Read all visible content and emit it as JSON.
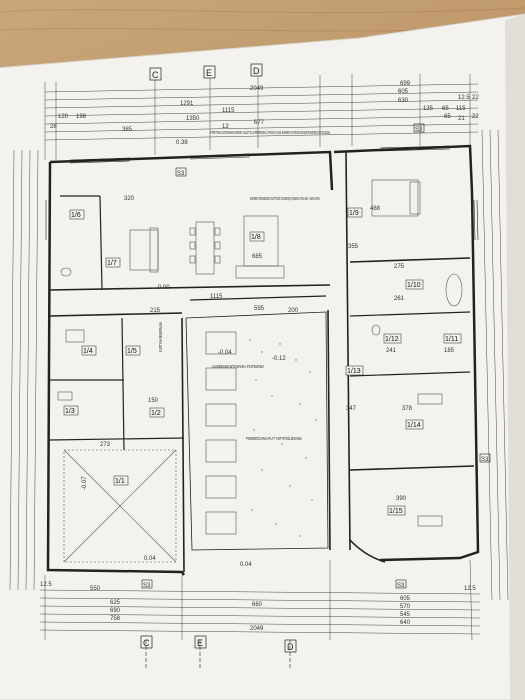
{
  "axes": {
    "top": [
      "C",
      "E",
      "D"
    ],
    "bottom": [
      "C",
      "E",
      "D"
    ]
  },
  "top_dims": {
    "overall": "2049",
    "row1": [
      "1291",
      "699"
    ],
    "row2": [
      "1115",
      "605",
      "630"
    ],
    "row3": [
      "1350",
      "12.5",
      "22"
    ],
    "row4": [
      "120",
      "198",
      "677",
      "135",
      "65",
      "115"
    ],
    "row5": [
      "28",
      "385",
      "12"
    ],
    "small": [
      "21",
      "65",
      "22"
    ]
  },
  "bottom_dims": {
    "overall": "2049",
    "rows_left": [
      "625",
      "660",
      "690",
      "758"
    ],
    "rows_right": [
      "605",
      "570",
      "545",
      "640"
    ],
    "short": [
      "550",
      "12.5",
      "12.5"
    ]
  },
  "section_markers": [
    "S3",
    "S3",
    "S3",
    "S3",
    "S3"
  ],
  "rooms": [
    {
      "id": "1/8",
      "label": "1/8"
    },
    {
      "id": "1/6",
      "label": "1/6"
    },
    {
      "id": "1/7",
      "label": "1/7"
    },
    {
      "id": "1/9",
      "label": "1/9"
    },
    {
      "id": "1/10",
      "label": "1/10"
    },
    {
      "id": "1/4",
      "label": "1/4"
    },
    {
      "id": "1/5",
      "label": "1/5"
    },
    {
      "id": "1/3",
      "label": "1/3"
    },
    {
      "id": "1/2",
      "label": "1/2"
    },
    {
      "id": "1/11",
      "label": "1/11"
    },
    {
      "id": "1/12",
      "label": "1/12"
    },
    {
      "id": "1/13",
      "label": "1/13"
    },
    {
      "id": "1/14",
      "label": "1/14"
    },
    {
      "id": "1/1",
      "label": "1/1"
    },
    {
      "id": "1/15",
      "label": "1/15"
    }
  ],
  "notes": {
    "wall_note": "W PRZYPADKU ZASTOSOWANIA KOMINKA, NALEŻY GO ZAPROPONOWAĆ. WYKONAĆ KANAŁ NAWIEWNY Z PRZEZNACZENIEM POWIETRZA POD POSADZKĄ",
    "fireplace_note": "KOMINEK PODWIESZONY SUFITOWO Z ZAMKNIĘTĄ KOMORĄ SPALANIA - UWAGA NR 2",
    "courtyard": "ALUMINIOWA WYCINANKA SYSTEMOWA",
    "slab": "POWIERZCHNIA PŁYT ANTYPOŚLIZGOWA",
    "garden": "KURTYNA MINERALNA"
  },
  "levels": {
    "l1": "0.38",
    "l2": "0.00",
    "l3": "-0.04",
    "l4": "-0.12",
    "l5": "0.04",
    "l6": "-0.07",
    "l7": "0.04"
  },
  "misc_dims": [
    "1115",
    "215",
    "595",
    "275",
    "261",
    "200",
    "378",
    "390",
    "273",
    "150",
    "685",
    "488",
    "320",
    "241",
    "185",
    "355",
    "347"
  ]
}
